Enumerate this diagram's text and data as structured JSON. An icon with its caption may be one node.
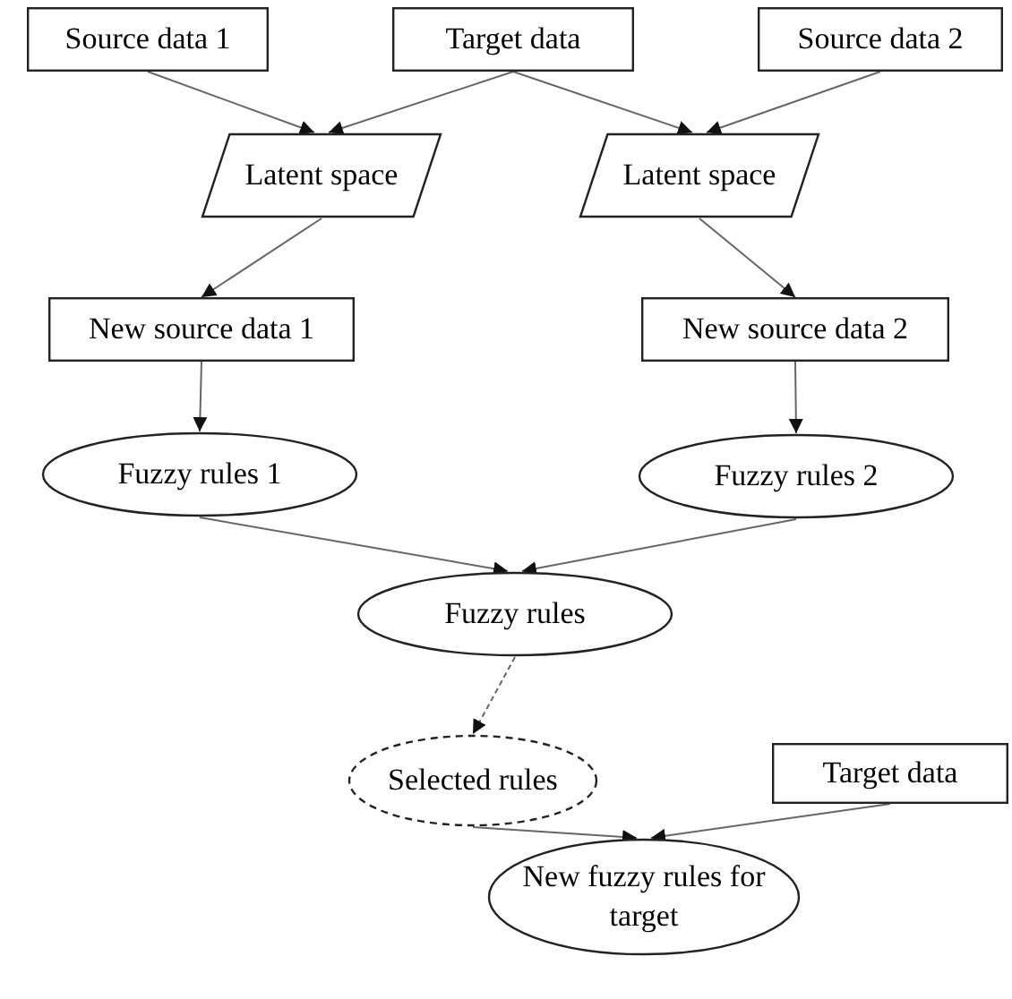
{
  "diagram": {
    "nodes": [
      {
        "text": [
          "Source data 1"
        ]
      },
      {
        "text": [
          "Target data"
        ]
      },
      {
        "text": [
          "Source data 2"
        ]
      },
      {
        "text": [
          "Latent space"
        ]
      },
      {
        "text": [
          "Latent space"
        ]
      },
      {
        "text": [
          "New source data 1"
        ]
      },
      {
        "text": [
          "New source data 2"
        ]
      },
      {
        "text": [
          "Fuzzy rules 1"
        ]
      },
      {
        "text": [
          "Fuzzy rules 2"
        ]
      },
      {
        "text": [
          "Fuzzy rules"
        ]
      },
      {
        "text": [
          "Selected rules"
        ]
      },
      {
        "text": [
          "Target data"
        ]
      },
      {
        "text": [
          "New fuzzy rules for target"
        ]
      }
    ],
    "edges": [
      {
        "from": 0,
        "to": 3,
        "arrow": "to"
      },
      {
        "from": 1,
        "to": 3,
        "arrow": "to"
      },
      {
        "from": 1,
        "to": 4,
        "arrow": "to"
      },
      {
        "from": 2,
        "to": 4,
        "arrow": "to"
      },
      {
        "from": 3,
        "to": 5,
        "arrow": "to"
      },
      {
        "from": 4,
        "to": 6,
        "arrow": "to"
      },
      {
        "from": 5,
        "to": 7,
        "arrow": "to"
      },
      {
        "from": 6,
        "to": 8,
        "arrow": "to"
      },
      {
        "from": 7,
        "to": 9,
        "arrow": "to"
      },
      {
        "from": 8,
        "to": 9,
        "arrow": "to"
      },
      {
        "from": 9,
        "to": 10,
        "arrow": "to",
        "style": "dashed"
      },
      {
        "from": 10,
        "to": 12,
        "arrow": "to"
      },
      {
        "from": 11,
        "to": 12,
        "arrow": "to"
      }
    ]
  }
}
